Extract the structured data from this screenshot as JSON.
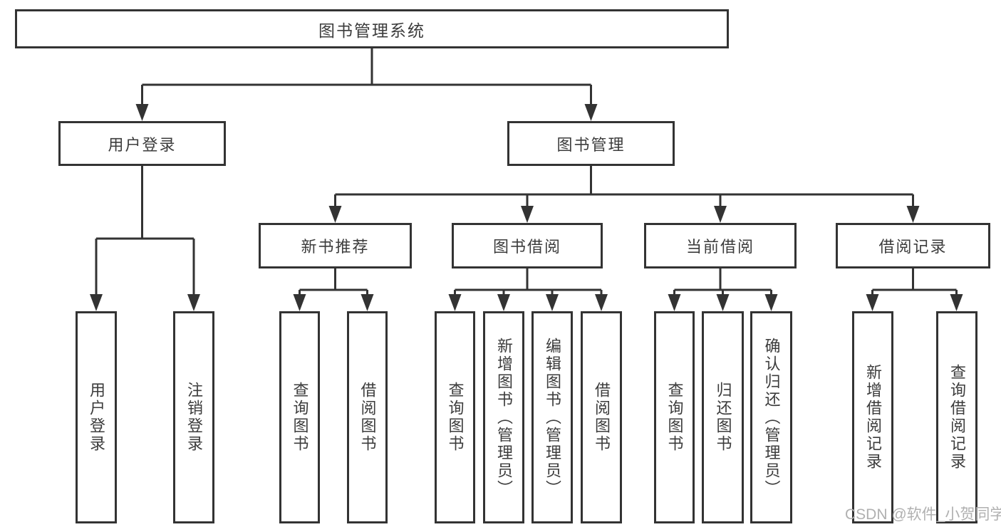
{
  "diagram": {
    "type": "hierarchy-diagram",
    "colors": {
      "line": "#333333",
      "text": "#3c3c3c",
      "background": "#ffffff",
      "watermark": "#b0b0b0"
    },
    "watermark": "CSDN @软件_小贺同学",
    "tree": {
      "label": "图书管理系统",
      "children": [
        {
          "label": "用户登录",
          "children": [
            {
              "label": "用户登录"
            },
            {
              "label": "注销登录"
            }
          ]
        },
        {
          "label": "图书管理",
          "children": [
            {
              "label": "新书推荐",
              "children": [
                {
                  "label": "查询图书"
                },
                {
                  "label": "借阅图书"
                }
              ]
            },
            {
              "label": "图书借阅",
              "children": [
                {
                  "label": "查询图书"
                },
                {
                  "label": "新增图书（管理员）"
                },
                {
                  "label": "编辑图书（管理员）"
                },
                {
                  "label": "借阅图书"
                }
              ]
            },
            {
              "label": "当前借阅",
              "children": [
                {
                  "label": "查询图书"
                },
                {
                  "label": "归还图书"
                },
                {
                  "label": "确认归还（管理员）"
                }
              ]
            },
            {
              "label": "借阅记录",
              "children": [
                {
                  "label": "新增借阅记录"
                },
                {
                  "label": "查询借阅记录"
                }
              ]
            }
          ]
        }
      ]
    }
  }
}
